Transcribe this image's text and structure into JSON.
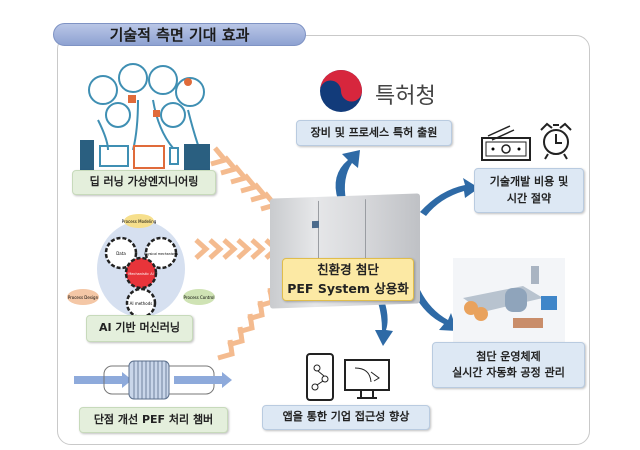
{
  "title": "기술적 측면 기대 효과",
  "center": {
    "line1": "친환경 첨단",
    "line2": "PEF System 상용화"
  },
  "inputs": [
    {
      "label": "딥 러닝 가상엔지니어링"
    },
    {
      "label": "AI 기반 머신러닝",
      "diagram_labels": [
        "Process Modeling",
        "Process Design",
        "Process Control",
        "Data",
        "Physical mechanisms",
        "Mechanistic AI",
        "AI methods"
      ]
    },
    {
      "label": "단점 개선 PEF 처리 챔버"
    }
  ],
  "outputs": [
    {
      "label": "장비 및 프로세스 특허 출원",
      "logo_text": "특허청"
    },
    {
      "line1": "기술개발 비용 및",
      "line2": "시간 절약"
    },
    {
      "line1": "첨단 운영체제",
      "line2": "실시간 자동화 공정 관리"
    },
    {
      "label": "앱을 통한 기업 접근성 향상"
    }
  ],
  "colors": {
    "chevron": "#f3b07c",
    "arrow": "#2e6aa6",
    "pill": "#9aaed8"
  }
}
